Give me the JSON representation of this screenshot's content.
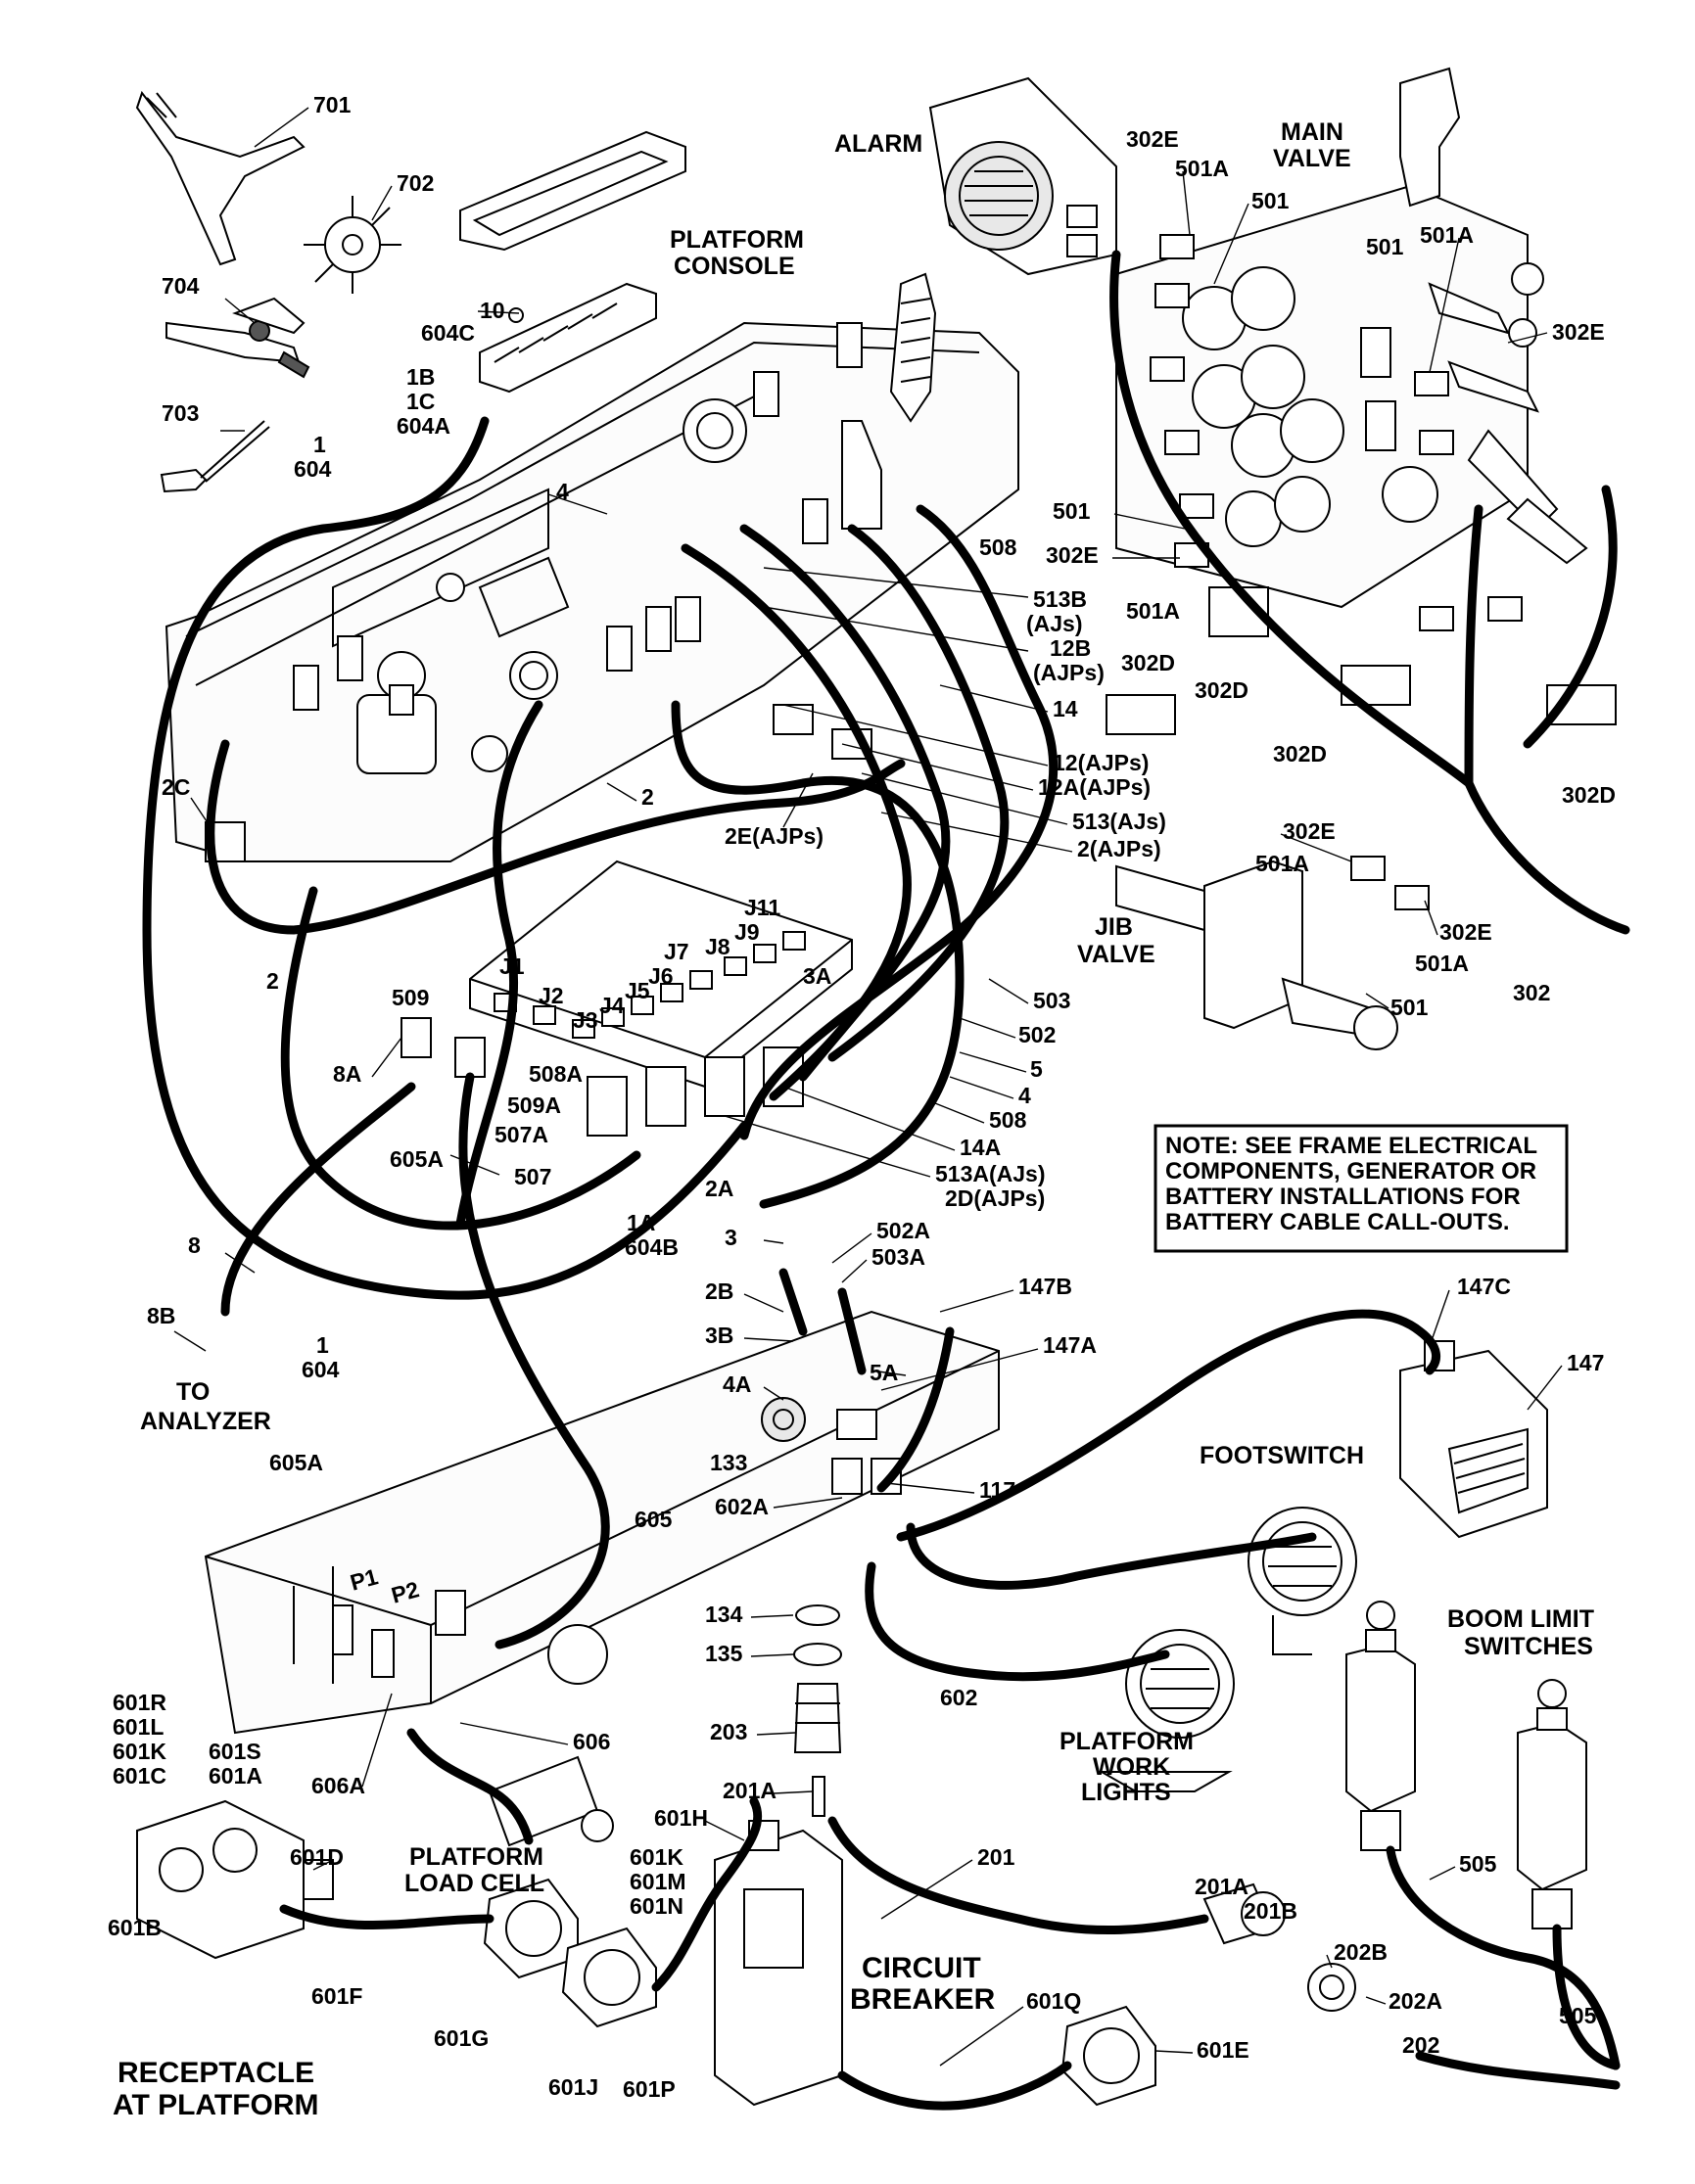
{
  "titles": {
    "platform_console": [
      "PLATFORM",
      "CONSOLE"
    ],
    "alarm": "ALARM",
    "main_valve": [
      "MAIN",
      "VALVE"
    ],
    "jib_valve": [
      "JIB",
      "VALVE"
    ],
    "footswitch": "FOOTSWITCH",
    "boom_limit_switches": [
      "BOOM LIMIT",
      "SWITCHES"
    ],
    "platform_work_lights": [
      "PLATFORM",
      "WORK",
      "LIGHTS"
    ],
    "platform_load_cell": [
      "PLATFORM",
      "LOAD CELL"
    ],
    "circuit_breaker": [
      "CIRCUIT",
      "BREAKER"
    ],
    "receptacle": [
      "RECEPTACLE",
      "AT PLATFORM"
    ],
    "to_analyzer": [
      "TO",
      "ANALYZER"
    ]
  },
  "note": [
    "NOTE: SEE FRAME ELECTRICAL",
    "COMPONENTS, GENERATOR OR",
    "BATTERY INSTALLATIONS FOR",
    "BATTERY CABLE CALL-OUTS."
  ],
  "callouts": [
    {
      "id": "c701",
      "text": "701"
    },
    {
      "id": "c702",
      "text": "702"
    },
    {
      "id": "c704",
      "text": "704"
    },
    {
      "id": "c703",
      "text": "703"
    },
    {
      "id": "c10",
      "text": "10"
    },
    {
      "id": "c604C",
      "text": "604C"
    },
    {
      "id": "c1B",
      "text": "1B"
    },
    {
      "id": "c1C",
      "text": "1C"
    },
    {
      "id": "c604A",
      "text": "604A"
    },
    {
      "id": "c1a",
      "text": "1"
    },
    {
      "id": "c604a",
      "text": "604"
    },
    {
      "id": "c4a",
      "text": "4"
    },
    {
      "id": "c302Ea",
      "text": "302E"
    },
    {
      "id": "c501Aa",
      "text": "501A"
    },
    {
      "id": "c501a",
      "text": "501"
    },
    {
      "id": "c501b",
      "text": "501"
    },
    {
      "id": "c501Ab",
      "text": "501A"
    },
    {
      "id": "c302Eb",
      "text": "302E"
    },
    {
      "id": "c501c",
      "text": "501"
    },
    {
      "id": "c302Ec",
      "text": "302E"
    },
    {
      "id": "c508a",
      "text": "508"
    },
    {
      "id": "c501Ac",
      "text": "501A"
    },
    {
      "id": "c513B",
      "text": "513B"
    },
    {
      "id": "cAJs1",
      "text": "(AJs)"
    },
    {
      "id": "c12B",
      "text": "12B"
    },
    {
      "id": "cAJPs1",
      "text": "(AJPs)"
    },
    {
      "id": "c302Da",
      "text": "302D"
    },
    {
      "id": "c302Db",
      "text": "302D"
    },
    {
      "id": "c14",
      "text": "14"
    },
    {
      "id": "c302Dc",
      "text": "302D"
    },
    {
      "id": "c302Dd",
      "text": "302D"
    },
    {
      "id": "c12AJPs",
      "text": "12(AJPs)"
    },
    {
      "id": "c12AAJPs",
      "text": "12A(AJPs)"
    },
    {
      "id": "c513AJs",
      "text": "513(AJs)"
    },
    {
      "id": "c2AJPs",
      "text": "2(AJPs)"
    },
    {
      "id": "c2EAJPs",
      "text": "2E(AJPs)"
    },
    {
      "id": "c2C",
      "text": "2C"
    },
    {
      "id": "c2a",
      "text": "2"
    },
    {
      "id": "c2b",
      "text": "2"
    },
    {
      "id": "c509",
      "text": "509"
    },
    {
      "id": "cJ1",
      "text": "J1"
    },
    {
      "id": "cJ2",
      "text": "J2"
    },
    {
      "id": "cJ3",
      "text": "J3"
    },
    {
      "id": "cJ4",
      "text": "J4"
    },
    {
      "id": "cJ5",
      "text": "J5"
    },
    {
      "id": "cJ6",
      "text": "J6"
    },
    {
      "id": "cJ7",
      "text": "J7"
    },
    {
      "id": "cJ8",
      "text": "J8"
    },
    {
      "id": "cJ9",
      "text": "J9"
    },
    {
      "id": "cJ11",
      "text": "J11"
    },
    {
      "id": "c3A",
      "text": "3A"
    },
    {
      "id": "c302Ed",
      "text": "302E"
    },
    {
      "id": "c501Ad",
      "text": "501A"
    },
    {
      "id": "c302Ee",
      "text": "302E"
    },
    {
      "id": "c501Ae",
      "text": "501A"
    },
    {
      "id": "c501d",
      "text": "501"
    },
    {
      "id": "c302",
      "text": "302"
    },
    {
      "id": "c503",
      "text": "503"
    },
    {
      "id": "c502",
      "text": "502"
    },
    {
      "id": "c5",
      "text": "5"
    },
    {
      "id": "c4b",
      "text": "4"
    },
    {
      "id": "c508b",
      "text": "508"
    },
    {
      "id": "c14A",
      "text": "14A"
    },
    {
      "id": "c513AAJs",
      "text": "513A(AJs)"
    },
    {
      "id": "c2DAJPs",
      "text": "2D(AJPs)"
    },
    {
      "id": "c502A",
      "text": "502A"
    },
    {
      "id": "c503A",
      "text": "503A"
    },
    {
      "id": "c8A",
      "text": "8A"
    },
    {
      "id": "c508A",
      "text": "508A"
    },
    {
      "id": "c509A",
      "text": "509A"
    },
    {
      "id": "c507A",
      "text": "507A"
    },
    {
      "id": "c605A",
      "text": "605A"
    },
    {
      "id": "c507",
      "text": "507"
    },
    {
      "id": "c2A",
      "text": "2A"
    },
    {
      "id": "c1A",
      "text": "1A"
    },
    {
      "id": "c604B",
      "text": "604B"
    },
    {
      "id": "c3",
      "text": "3"
    },
    {
      "id": "c8",
      "text": "8"
    },
    {
      "id": "c8B",
      "text": "8B"
    },
    {
      "id": "c1b",
      "text": "1"
    },
    {
      "id": "c604b",
      "text": "604"
    },
    {
      "id": "c147B",
      "text": "147B"
    },
    {
      "id": "c147C",
      "text": "147C"
    },
    {
      "id": "c2B",
      "text": "2B"
    },
    {
      "id": "c3B",
      "text": "3B"
    },
    {
      "id": "c147A",
      "text": "147A"
    },
    {
      "id": "c147",
      "text": "147"
    },
    {
      "id": "c5A",
      "text": "5A"
    },
    {
      "id": "c4A",
      "text": "4A"
    },
    {
      "id": "c133",
      "text": "133"
    },
    {
      "id": "c602A",
      "text": "602A"
    },
    {
      "id": "c117",
      "text": "117"
    },
    {
      "id": "c605Ab",
      "text": "605A"
    },
    {
      "id": "c605",
      "text": "605"
    },
    {
      "id": "cP1",
      "text": "P1"
    },
    {
      "id": "cP2",
      "text": "P2"
    },
    {
      "id": "c134",
      "text": "134"
    },
    {
      "id": "c135",
      "text": "135"
    },
    {
      "id": "c602",
      "text": "602"
    },
    {
      "id": "c203",
      "text": "203"
    },
    {
      "id": "c601R",
      "text": "601R"
    },
    {
      "id": "c601L",
      "text": "601L"
    },
    {
      "id": "c601K",
      "text": "601K"
    },
    {
      "id": "c601C",
      "text": "601C"
    },
    {
      "id": "c601S",
      "text": "601S"
    },
    {
      "id": "c601A",
      "text": "601A"
    },
    {
      "id": "c606A",
      "text": "606A"
    },
    {
      "id": "c606",
      "text": "606"
    },
    {
      "id": "c201A",
      "text": "201A"
    },
    {
      "id": "c601H",
      "text": "601H"
    },
    {
      "id": "c601D",
      "text": "601D"
    },
    {
      "id": "c601Kb",
      "text": "601K"
    },
    {
      "id": "c601M",
      "text": "601M"
    },
    {
      "id": "c601N",
      "text": "601N"
    },
    {
      "id": "c201",
      "text": "201"
    },
    {
      "id": "c201Ab",
      "text": "201A"
    },
    {
      "id": "c201B",
      "text": "201B"
    },
    {
      "id": "c505a",
      "text": "505"
    },
    {
      "id": "c601B",
      "text": "601B"
    },
    {
      "id": "c601F",
      "text": "601F"
    },
    {
      "id": "c601G",
      "text": "601G"
    },
    {
      "id": "c601J",
      "text": "601J"
    },
    {
      "id": "c601P",
      "text": "601P"
    },
    {
      "id": "c601Q",
      "text": "601Q"
    },
    {
      "id": "c601E",
      "text": "601E"
    },
    {
      "id": "c202B",
      "text": "202B"
    },
    {
      "id": "c202A",
      "text": "202A"
    },
    {
      "id": "c202",
      "text": "202"
    },
    {
      "id": "c505b",
      "text": "505"
    }
  ]
}
